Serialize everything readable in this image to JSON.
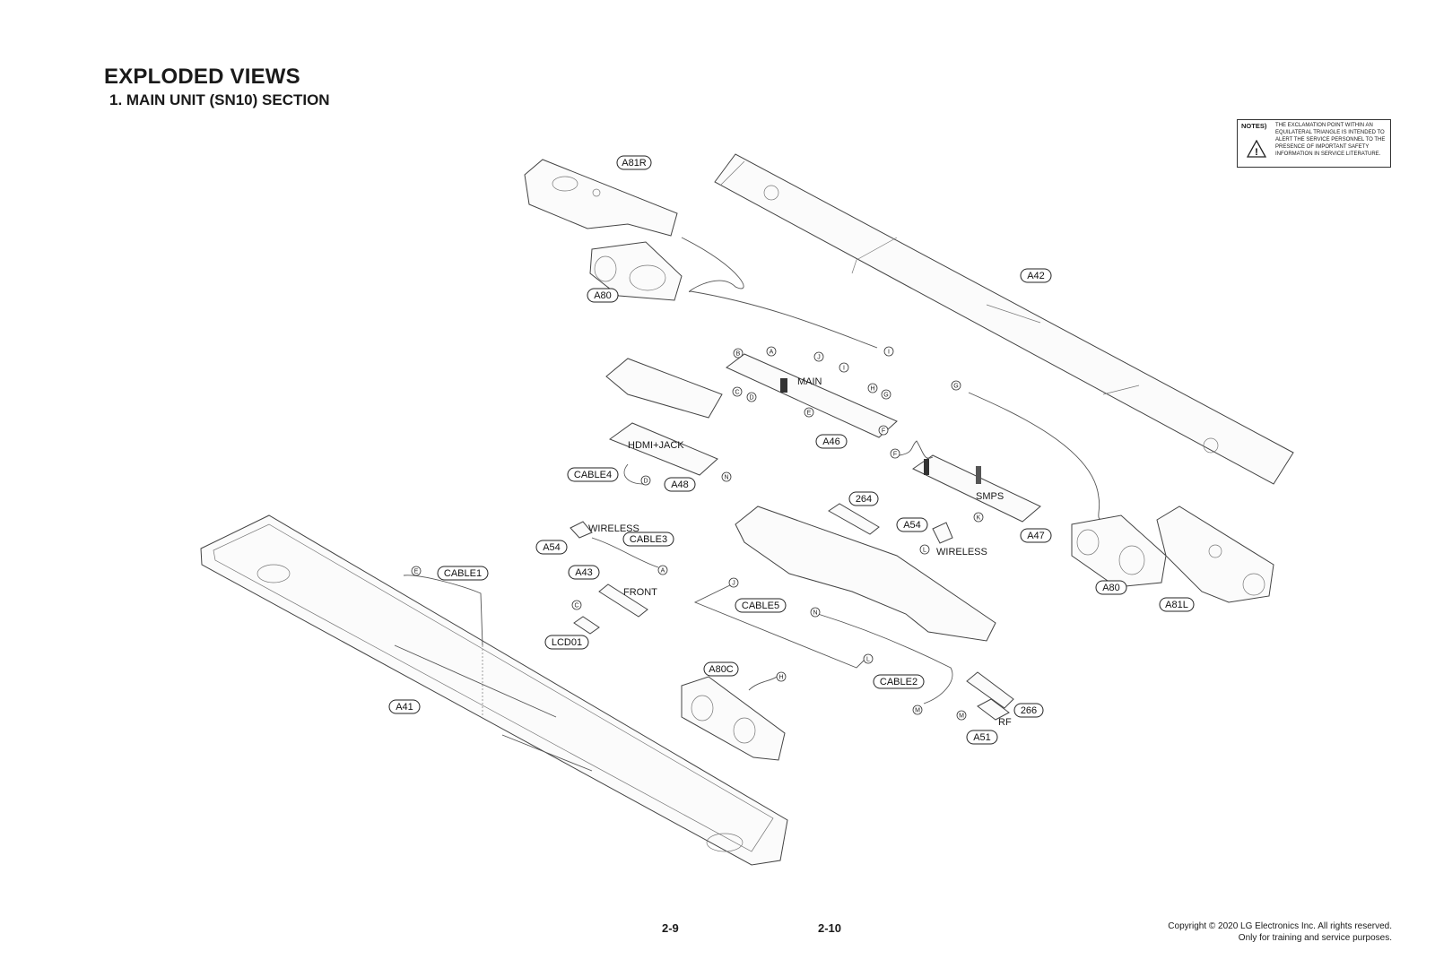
{
  "header": {
    "title": "EXPLODED VIEWS",
    "subtitle": "1. MAIN UNIT (SN10) SECTION"
  },
  "notes": {
    "label": "NOTES)",
    "text": "THE EXCLAMATION POINT WITHIN AN EQUILATERAL TRIANGLE IS INTENDED TO ALERT THE SERVICE PERSONNEL TO THE PRESENCE OF IMPORTANT SAFETY INFORMATION IN SERVICE LITERATURE."
  },
  "parts": {
    "a81r": "A81R",
    "a80_top": "A80",
    "a42": "A42",
    "a46": "A46",
    "a48": "A48",
    "cable4": "CABLE4",
    "a54_left": "A54",
    "cable3": "CABLE3",
    "a43": "A43",
    "lcd01": "LCD01",
    "cable1": "CABLE1",
    "a41": "A41",
    "p264": "264",
    "a54_right": "A54",
    "a47": "A47",
    "a80_right": "A80",
    "a81l": "A81L",
    "cable5": "CABLE5",
    "a80c": "A80C",
    "cable2": "CABLE2",
    "p266": "266",
    "a51": "A51"
  },
  "board_labels": {
    "main": "MAIN",
    "hdmi_jack": "HDMI+JACK",
    "wireless_left": "WIRELESS",
    "front": "FRONT",
    "smps": "SMPS",
    "wireless_right": "WIRELESS",
    "rf": "RF"
  },
  "connectors": {
    "i_top": "I",
    "b": "B",
    "a_main": "A",
    "j_main": "J",
    "i_main": "I",
    "h_main": "H",
    "c_main": "C",
    "d_main": "D",
    "g_main": "G",
    "e_main": "E",
    "f_main": "F",
    "d_hdmi": "D",
    "n_hdmi": "N",
    "g_cable": "G",
    "f_smps": "F",
    "k_smps": "K",
    "l_wireless": "L",
    "a_cable3": "A",
    "e_cable1": "E",
    "c_front": "C",
    "j_cable5": "J",
    "n_cable2": "N",
    "l_cable5": "L",
    "h_a80c": "H",
    "m_cable2": "M",
    "m_a51": "M"
  },
  "footer": {
    "page_left": "2-9",
    "page_right": "2-10",
    "copyright_line1": "Copyright © 2020 LG Electronics Inc. All rights reserved.",
    "copyright_line2": "Only for training and service purposes."
  }
}
